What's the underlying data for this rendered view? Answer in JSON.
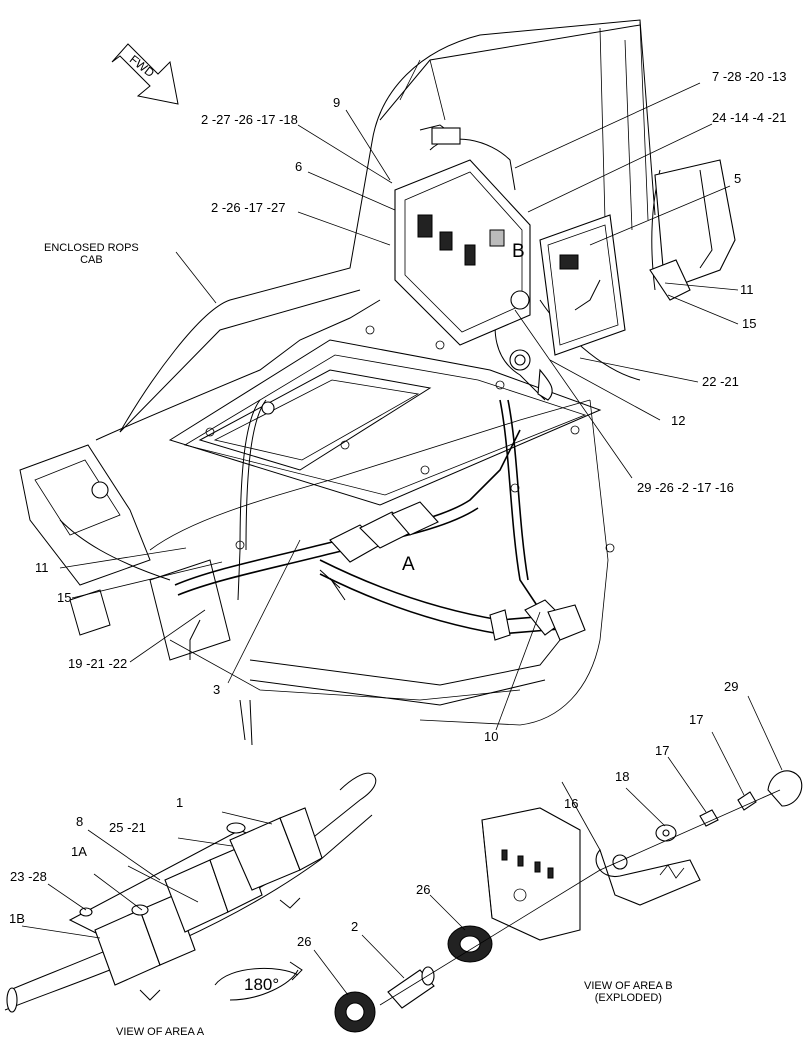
{
  "fwd_arrow": "FWD",
  "degrees": "180°",
  "area_labels": {
    "a": "A",
    "b": "B"
  },
  "view_labels": {
    "cab": "ENCLOSED ROPS\nCAB",
    "area_a": "VIEW OF AREA A",
    "area_b": "VIEW OF AREA B\n(EXPLODED)"
  },
  "callouts": [
    "7 -28 -20 -13",
    "9",
    "2 -27 -26 -17 -18",
    "24 -14 -4 -21",
    "6",
    "5",
    "2 -26 -17 -27",
    "11",
    "15",
    "22 -21",
    "12",
    "29 -26 -2 -17 -16",
    "11",
    "15",
    "19 -21 -22",
    "3",
    "10",
    "1",
    "8",
    "25 -21",
    "1A",
    "23 -28",
    "1B",
    "29",
    "17",
    "17",
    "18",
    "16",
    "26",
    "2",
    "26"
  ]
}
